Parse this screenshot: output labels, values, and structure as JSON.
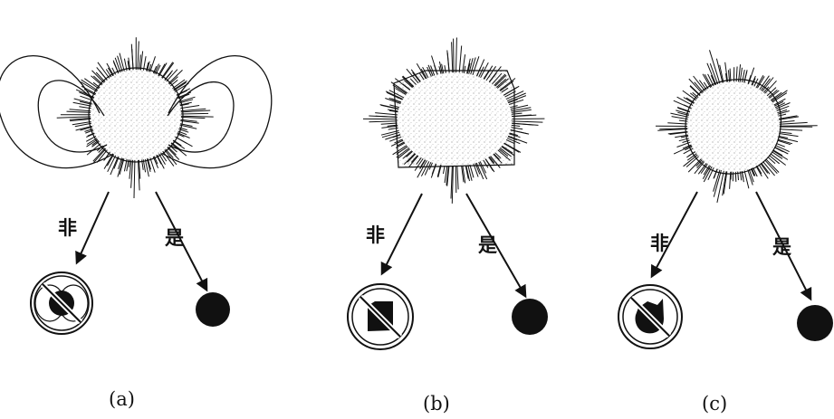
{
  "panels": [
    {
      "id": "a",
      "caption": "(a)",
      "no_label": "非",
      "yes_label": "是",
      "shape": "sphere-with-field-loops"
    },
    {
      "id": "b",
      "caption": "(b)",
      "no_label": "非",
      "yes_label": "是",
      "shape": "cube"
    },
    {
      "id": "c",
      "caption": "(c)",
      "no_label": "非",
      "yes_label": "是",
      "shape": "irregular-sphere"
    }
  ],
  "colors": {
    "ink": "#111111",
    "paper": "#ffffff"
  }
}
